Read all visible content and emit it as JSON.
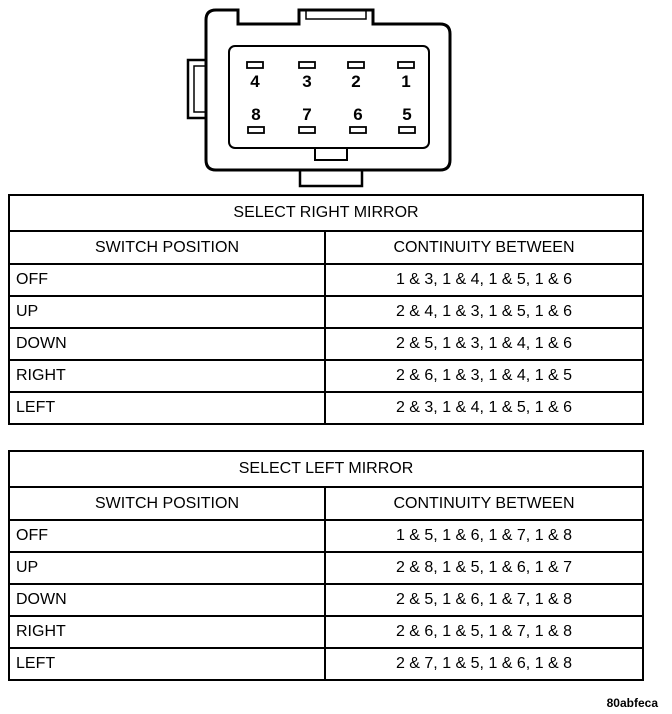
{
  "connector": {
    "pins_top": [
      "4",
      "3",
      "2",
      "1"
    ],
    "pins_bottom": [
      "8",
      "7",
      "6",
      "5"
    ]
  },
  "tables": [
    {
      "title": "SELECT RIGHT MIRROR",
      "headers": [
        "SWITCH POSITION",
        "CONTINUITY BETWEEN"
      ],
      "rows": [
        {
          "position": "OFF",
          "continuity": "1 & 3, 1 & 4, 1 & 5, 1 & 6"
        },
        {
          "position": "UP",
          "continuity": "2 & 4, 1 & 3, 1 & 5, 1 & 6"
        },
        {
          "position": "DOWN",
          "continuity": "2 & 5, 1 & 3, 1 & 4, 1 & 6"
        },
        {
          "position": "RIGHT",
          "continuity": "2 & 6, 1 & 3, 1 & 4, 1 & 5"
        },
        {
          "position": "LEFT",
          "continuity": "2 & 3, 1 & 4, 1 & 5, 1 & 6"
        }
      ]
    },
    {
      "title": "SELECT LEFT MIRROR",
      "headers": [
        "SWITCH POSITION",
        "CONTINUITY BETWEEN"
      ],
      "rows": [
        {
          "position": "OFF",
          "continuity": "1 & 5, 1 & 6, 1 & 7, 1 & 8"
        },
        {
          "position": "UP",
          "continuity": "2 & 8, 1 & 5, 1 & 6, 1 & 7"
        },
        {
          "position": "DOWN",
          "continuity": "2 & 5, 1 & 6, 1 & 7, 1 & 8"
        },
        {
          "position": "RIGHT",
          "continuity": "2 & 6, 1 & 5, 1 & 7, 1 & 8"
        },
        {
          "position": "LEFT",
          "continuity": "2 & 7, 1 & 5, 1 & 6, 1 & 8"
        }
      ]
    }
  ],
  "reference_code": "80abfeca"
}
